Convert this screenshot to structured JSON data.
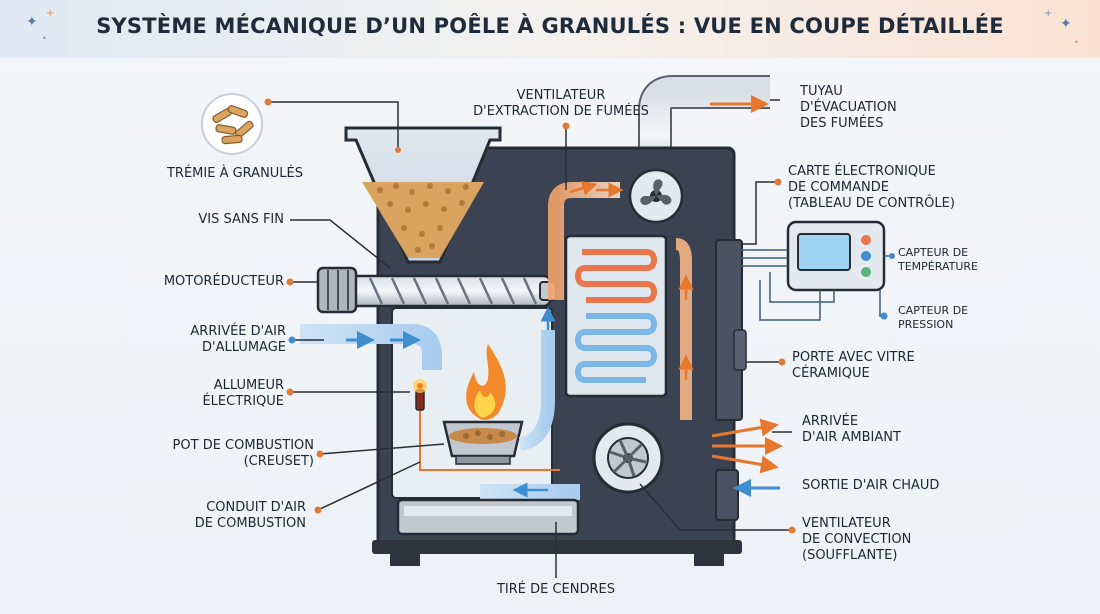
{
  "title": "SYSTÈME MÉCANIQUE D’UN POÊLE À GRANULÉS : VUE EN COUPE DÉTAILLÉE",
  "labels": {
    "pellet_hopper": "TRÉMIE À GRANULÉS",
    "auger": "VIS SANS FIN",
    "gear_motor": "MOTORÉDUCTEUR",
    "ignition_air_inlet": "ARRIVÉE D'AIR\nD'ALLUMAGE",
    "electric_igniter": "ALLUMEUR\nÉLECTRIQUE",
    "burn_pot": "POT DE COMBUSTION\n(CREUSET)",
    "combustion_air_duct": "CONDUIT D'AIR\nDE COMBUSTION",
    "ash_drawer": "TIRÉ DE CENDRES",
    "exhaust_fan": "VENTILATEUR\nD'EXTRACTION DE FUMÉES",
    "flue_pipe": "TUYAU\nD'ÉVACUATION\nDES FUMÉES",
    "control_board": "CARTE ÉLECTRONIQUE\nDE COMMANDE\n(TABLEAU DE CONTRÔLE)",
    "temperature_sensor": "CAPTEUR DE\nTEMPÉRATURE",
    "pressure_sensor": "CAPTEUR DE\nPRESSION",
    "door_glass": "PORTE AVEC VITRE\nCÉRAMIQUE",
    "ambient_air_inlet": "ARRIVÉE\nD'AIR AMBIANT",
    "hot_air_outlet": "SORTIE D'AIR CHAUD",
    "convection_fan": "VENTILATEUR\nDE CONVECTION\n(SOUFFLANTE)"
  },
  "colors": {
    "stove_body": "#3b4252",
    "firebox": "#e9eef3",
    "heat_exchanger": "#e8764a",
    "cool_air": "#5aa6e0",
    "hot_flow": "#e8772e",
    "leader": "#2a2f36",
    "leader_dot": "#e07a3a",
    "leader_dot_blue": "#3e8ed0"
  },
  "icons": [
    "pellets-icon",
    "flame-icon",
    "fan-icon",
    "blower-icon",
    "control-panel-icon"
  ]
}
